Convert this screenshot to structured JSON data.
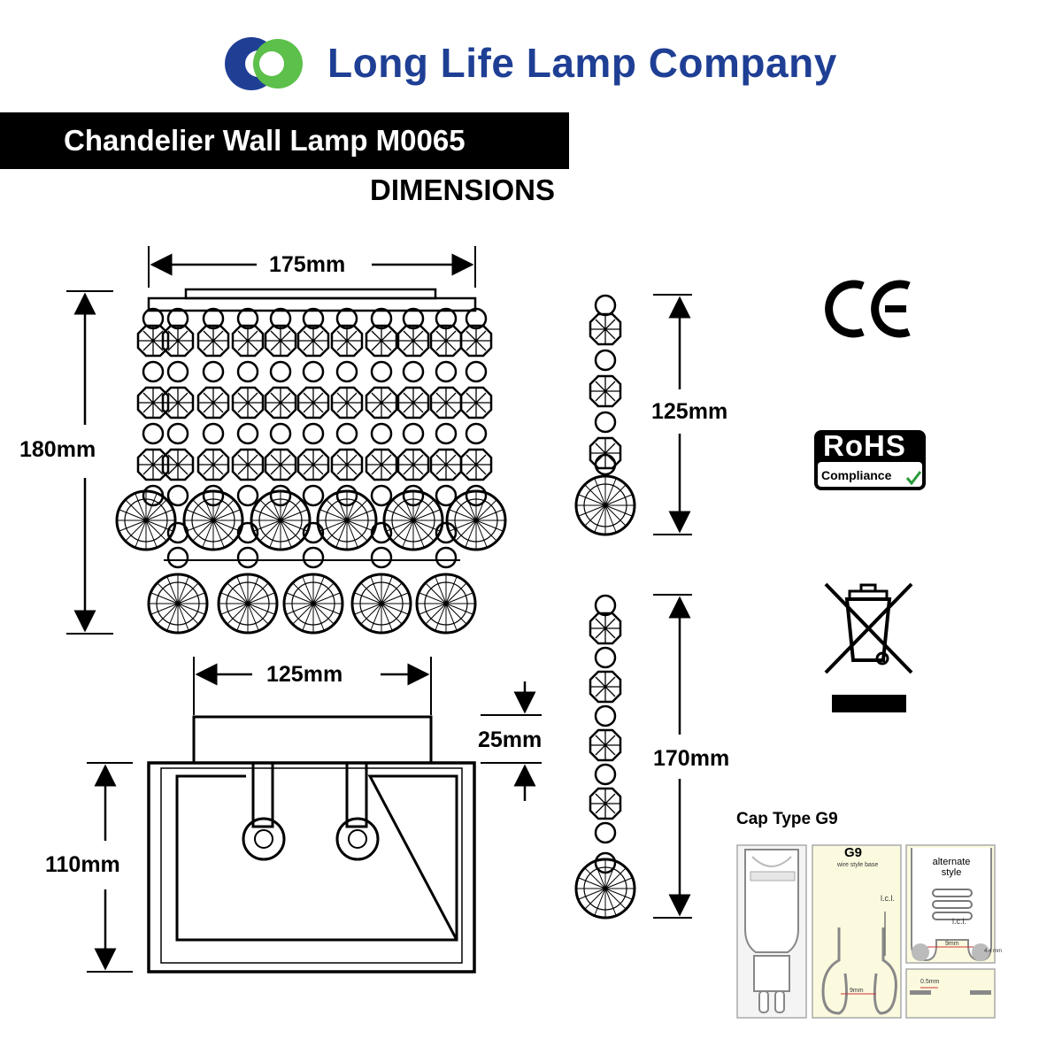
{
  "header": {
    "brand_name": "Long Life Lamp Company",
    "brand_colors": {
      "blue": "#1f3f95",
      "green": "#5cc04a"
    },
    "logo_icon": "double-ring-logo"
  },
  "product": {
    "title": "Chandelier Wall Lamp M0065",
    "subtitle": "DIMENSIONS"
  },
  "dimensions": {
    "front_width": "175mm",
    "front_height": "180mm",
    "drop_short": "125mm",
    "drop_long": "170mm",
    "base_width": "125mm",
    "base_depth": "25mm",
    "frame_height": "110mm"
  },
  "certifications": {
    "ce_mark": "CE",
    "rohs_title": "RoHS",
    "rohs_sub": "Compliance",
    "weee_icon": "crossed-bin-icon"
  },
  "cap": {
    "label": "Cap Type G9",
    "g9_title": "G9",
    "g9_sub": "wire style base",
    "lcl": "l.c.l.",
    "alt_title": "alternate",
    "alt_sub": "style",
    "alt_lcl": "l.c.l.",
    "width_9mm_a": "9mm",
    "width_9mm_b": "9mm",
    "gap": "0.5mm",
    "pin": "4.4 mm"
  }
}
